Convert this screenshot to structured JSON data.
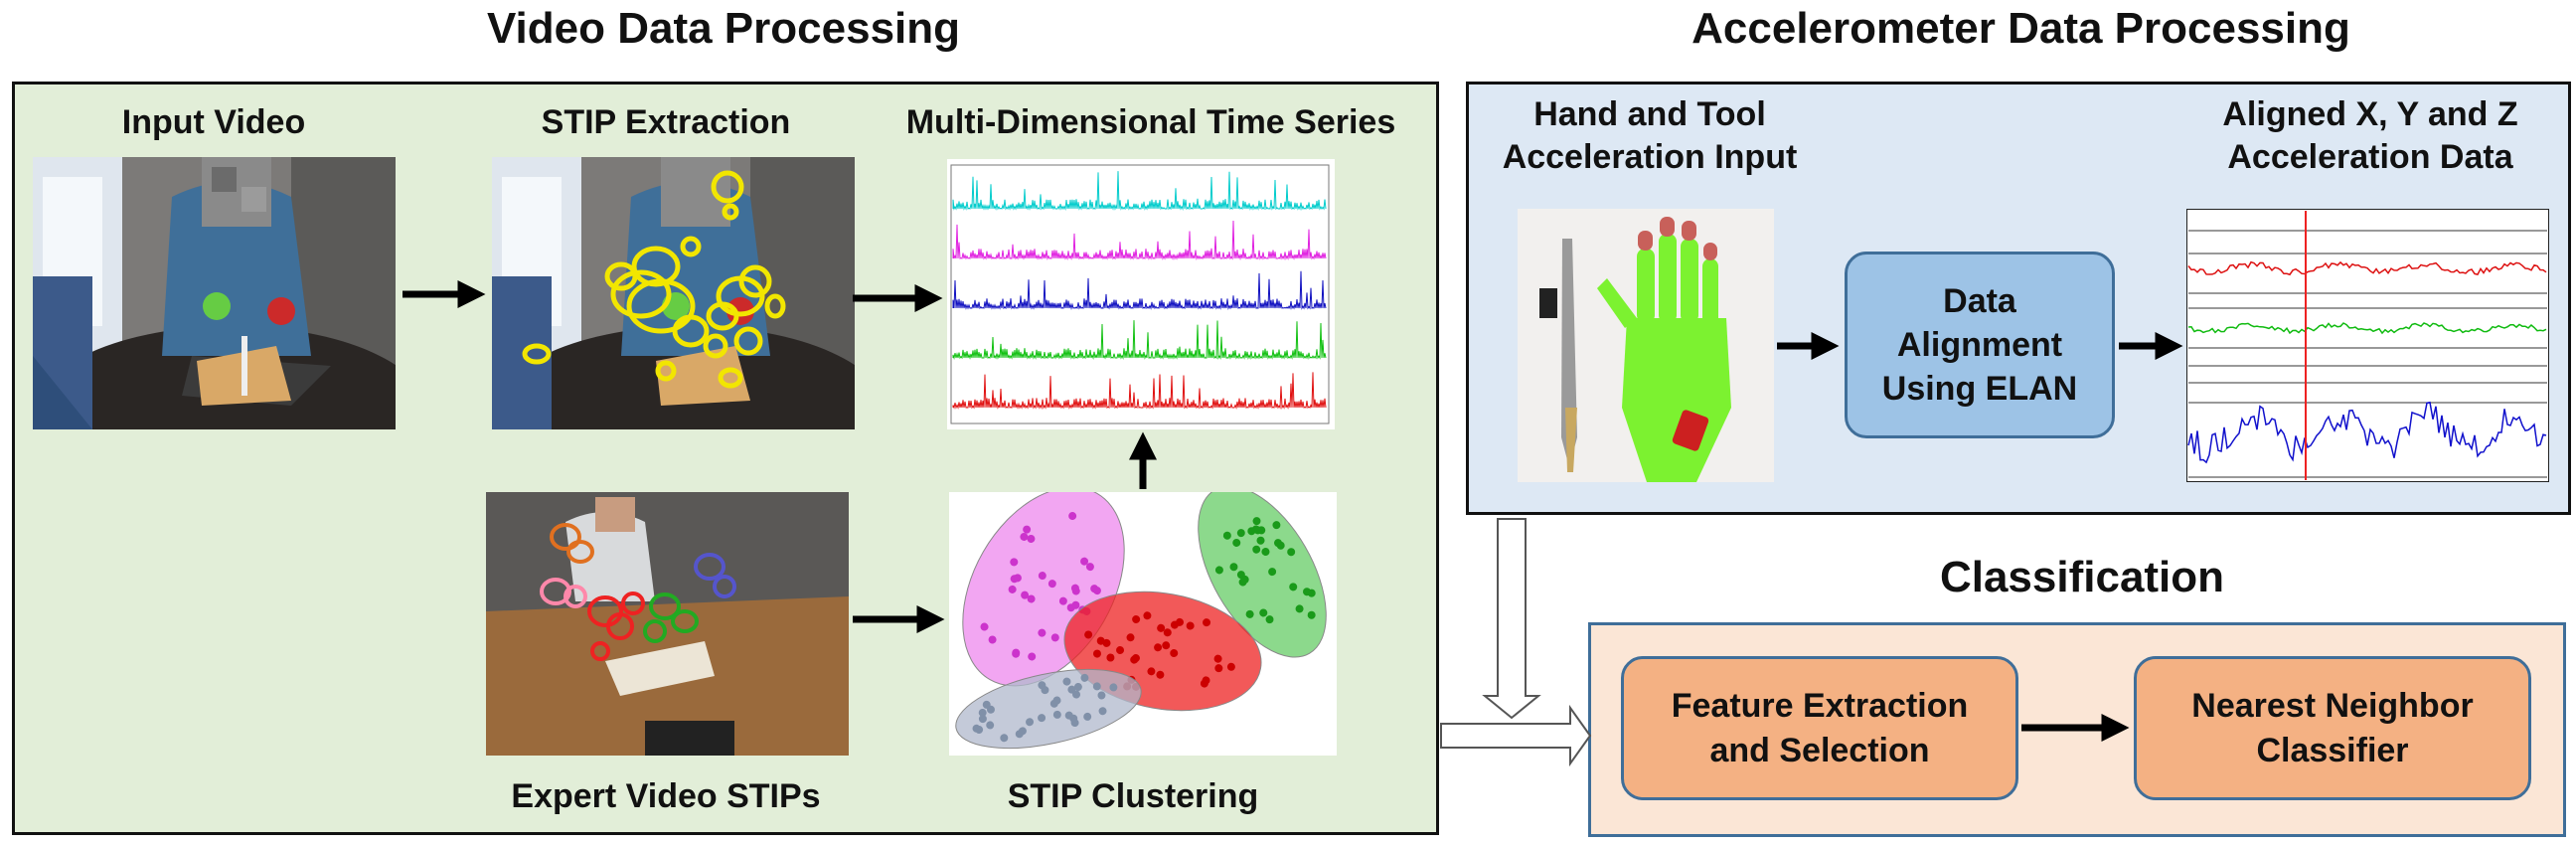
{
  "sections": {
    "video_title": "Video Data Processing",
    "accel_title": "Accelerometer Data Processing",
    "class_title": "Classification"
  },
  "video": {
    "input_video": "Input Video",
    "stip_extraction": "STIP Extraction",
    "time_series": "Multi-Dimensional Time Series",
    "expert_stips": "Expert Video STIPs",
    "stip_clustering": "STIP Clustering"
  },
  "accel": {
    "input_line1": "Hand and Tool",
    "input_line2": "Acceleration Input",
    "aligned_line1": "Aligned X, Y and Z",
    "aligned_line2": "Acceleration Data",
    "alignment_line1": "Data",
    "alignment_line2": "Alignment",
    "alignment_line3": "Using ELAN"
  },
  "classification": {
    "feature_line1": "Feature Extraction",
    "feature_line2": "and Selection",
    "nn_line1": "Nearest Neighbor",
    "nn_line2": "Classifier"
  },
  "colors": {
    "video_panel_bg": "#e2eed8",
    "accel_panel_bg": "#dde8f4",
    "class_panel_bg": "#fbe6d6",
    "class_panel_border": "#3f6e99",
    "proc_blue": "#9dc3e6",
    "proc_orange": "#f4b183",
    "series_colors": [
      "#00cccc",
      "#e020e0",
      "#1010c0",
      "#10c010",
      "#e01010"
    ],
    "cluster_colors": [
      "#ee88ee",
      "#66cc66",
      "#ee2222",
      "#b0b8cc"
    ]
  }
}
